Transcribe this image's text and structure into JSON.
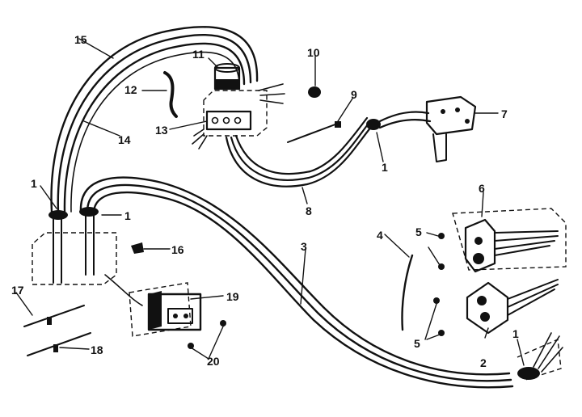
{
  "diagram": {
    "callouts": [
      {
        "id": "c1a",
        "text": "1"
      },
      {
        "id": "c1b",
        "text": "1"
      },
      {
        "id": "c1c",
        "text": "1"
      },
      {
        "id": "c1d",
        "text": "1"
      },
      {
        "id": "c2",
        "text": "2"
      },
      {
        "id": "c3",
        "text": "3"
      },
      {
        "id": "c4",
        "text": "4"
      },
      {
        "id": "c5a",
        "text": "5"
      },
      {
        "id": "c5b",
        "text": "5"
      },
      {
        "id": "c6",
        "text": "6"
      },
      {
        "id": "c7",
        "text": "7"
      },
      {
        "id": "c8",
        "text": "8"
      },
      {
        "id": "c9",
        "text": "9"
      },
      {
        "id": "c10",
        "text": "10"
      },
      {
        "id": "c11",
        "text": "11"
      },
      {
        "id": "c12",
        "text": "12"
      },
      {
        "id": "c13",
        "text": "13"
      },
      {
        "id": "c14",
        "text": "14"
      },
      {
        "id": "c15",
        "text": "15"
      },
      {
        "id": "c16",
        "text": "16"
      },
      {
        "id": "c17",
        "text": "17"
      },
      {
        "id": "c18",
        "text": "18"
      },
      {
        "id": "c19",
        "text": "19"
      },
      {
        "id": "c20",
        "text": "20"
      }
    ]
  }
}
